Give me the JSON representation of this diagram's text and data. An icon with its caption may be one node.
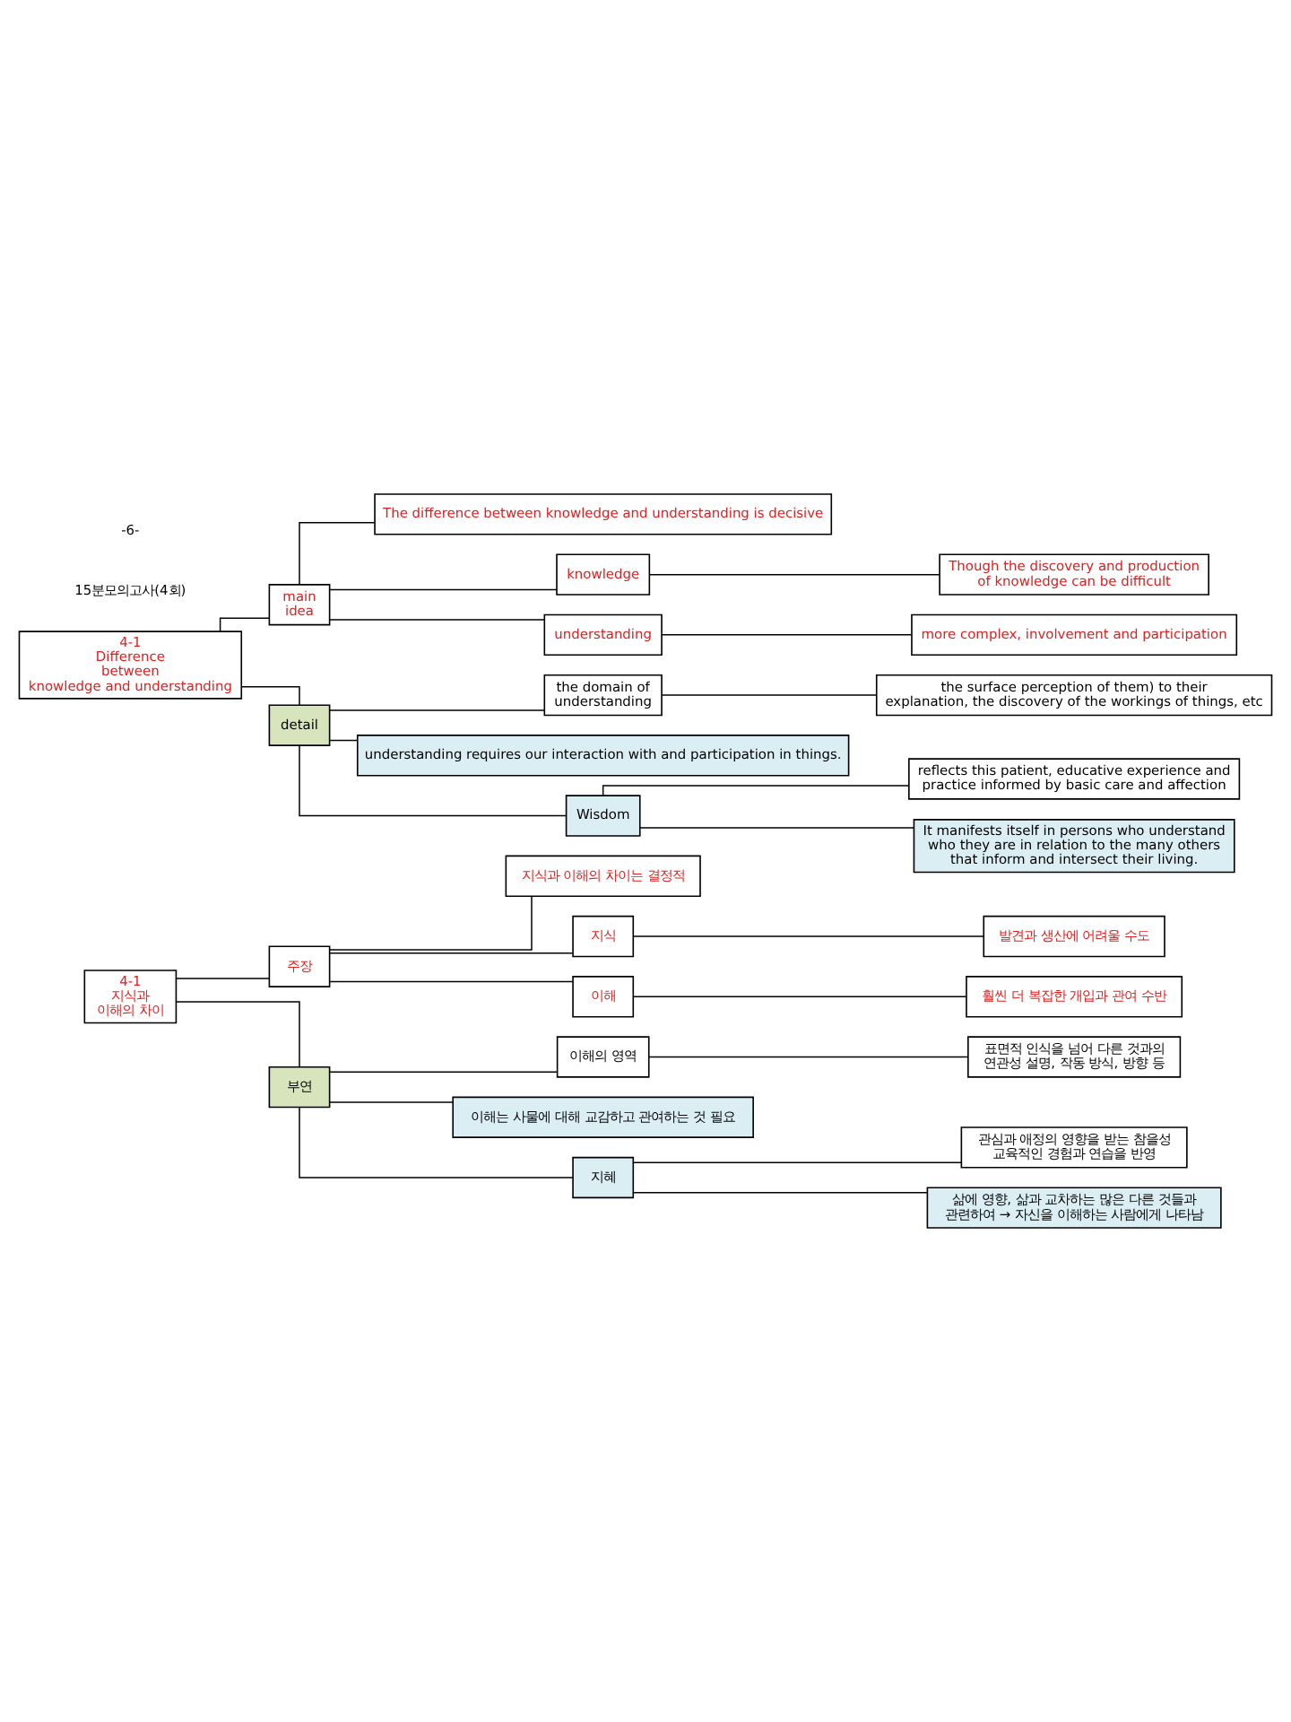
{
  "diagram": {
    "nodes": [
      {
        "text": [
          "4-1 지식과 이해의 차이"
        ]
      },
      {
        "text": [
          "주장"
        ]
      },
      {
        "text": [
          "지식과 이해의 차이는 결정적"
        ]
      },
      {
        "text": [
          "지식"
        ]
      },
      {
        "text": [
          "발견과 생산에 어려울 수도"
        ]
      },
      {
        "text": [
          "이해"
        ]
      },
      {
        "text": [
          "훨씬 더 복잡한 개입과 관여 수반"
        ]
      },
      {
        "text": [
          "부연"
        ]
      },
      {
        "text": [
          "이해의 영역"
        ]
      },
      {
        "text": [
          "표면적 인식을 넘어 다른 것과의 연관성 설명, 작동 방식, 방향 등"
        ]
      },
      {
        "text": [
          "이해는 사물에 대해 교감하고 관여하는 것 필요"
        ]
      },
      {
        "text": [
          "지혜"
        ]
      },
      {
        "text": [
          "관심과 애정의 영향을 받는 참을성 교육적인 경험과 연습을 반영"
        ]
      },
      {
        "text": [
          "삶에 영향, 삶과 교차하는 많은 다른 것들과 관련하여 → 자신을 이해하는 사람에게 나타남"
        ]
      },
      {
        "text": [
          "4-1 Difference between knowledge and understanding"
        ]
      },
      {
        "text": [
          "main idea"
        ]
      },
      {
        "text": [
          "The difference between knowledge and understanding is decisive"
        ]
      },
      {
        "text": [
          "knowledge"
        ]
      },
      {
        "text": [
          "Though the discovery and production of knowledge can be difficult"
        ]
      },
      {
        "text": [
          "understanding"
        ]
      },
      {
        "text": [
          "more complex, involvement and participation"
        ]
      },
      {
        "text": [
          "detail"
        ]
      },
      {
        "text": [
          "the domain of understanding"
        ]
      },
      {
        "text": [
          "the surface perception of them) to their explanation, the discovery of the workings of things, etc"
        ]
      },
      {
        "text": [
          "understanding requires our interaction with and participation in things."
        ]
      },
      {
        "text": [
          "Wisdom"
        ]
      },
      {
        "text": [
          "reflects this patient, educative experience and practice informed by basic care and affection"
        ]
      },
      {
        "text": [
          "It manifests itself in persons who understand who they are in relation to the many others that inform and intersect their living."
        ]
      }
    ],
    "edges": [
      {
        "from": 0,
        "to": 1,
        "arrow": "none"
      },
      {
        "from": 1,
        "to": 2,
        "arrow": "none"
      },
      {
        "from": 1,
        "to": 3,
        "arrow": "none"
      },
      {
        "from": 3,
        "to": 4,
        "arrow": "none"
      },
      {
        "from": 1,
        "to": 5,
        "arrow": "none"
      },
      {
        "from": 5,
        "to": 6,
        "arrow": "none"
      },
      {
        "from": 0,
        "to": 7,
        "arrow": "none"
      },
      {
        "from": 7,
        "to": 8,
        "arrow": "none"
      },
      {
        "from": 8,
        "to": 9,
        "arrow": "none"
      },
      {
        "from": 7,
        "to": 10,
        "arrow": "none"
      },
      {
        "from": 7,
        "to": 11,
        "arrow": "none"
      },
      {
        "from": 11,
        "to": 12,
        "arrow": "none"
      },
      {
        "from": 11,
        "to": 13,
        "arrow": "none"
      },
      {
        "from": 14,
        "to": 15,
        "arrow": "none"
      },
      {
        "from": 15,
        "to": 16,
        "arrow": "none"
      },
      {
        "from": 15,
        "to": 17,
        "arrow": "none"
      },
      {
        "from": 17,
        "to": 18,
        "arrow": "none"
      },
      {
        "from": 15,
        "to": 19,
        "arrow": "none"
      },
      {
        "from": 19,
        "to": 20,
        "arrow": "none"
      },
      {
        "from": 14,
        "to": 21,
        "arrow": "none"
      },
      {
        "from": 21,
        "to": 22,
        "arrow": "none"
      },
      {
        "from": 22,
        "to": 23,
        "arrow": "none"
      },
      {
        "from": 21,
        "to": 24,
        "arrow": "none"
      },
      {
        "from": 21,
        "to": 25,
        "arrow": "none"
      },
      {
        "from": 25,
        "to": 26,
        "arrow": "none"
      },
      {
        "from": 25,
        "to": 27,
        "arrow": "none"
      }
    ],
    "labels": [
      "15분모의고사(4회)",
      "-6-"
    ]
  }
}
